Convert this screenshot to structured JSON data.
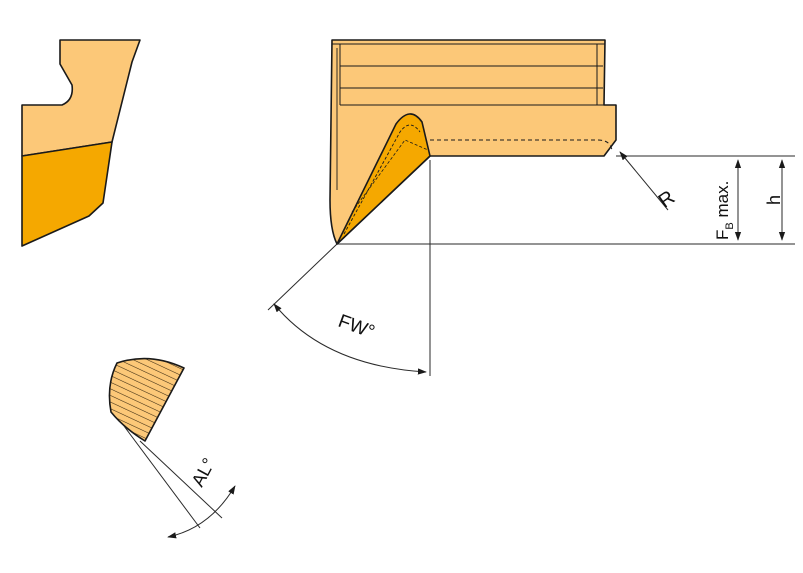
{
  "labels": {
    "fw": "FW°",
    "r": "R",
    "fb_main": "F",
    "fb_sub": "B",
    "fb_suffix": " max.",
    "h": "h",
    "al": "AL°"
  },
  "colors": {
    "light_insert": "#FCC878",
    "dark_insert": "#F5A800",
    "outline": "#1a1a1a",
    "dimension_line": "#2a2a2a",
    "background": "#ffffff"
  }
}
